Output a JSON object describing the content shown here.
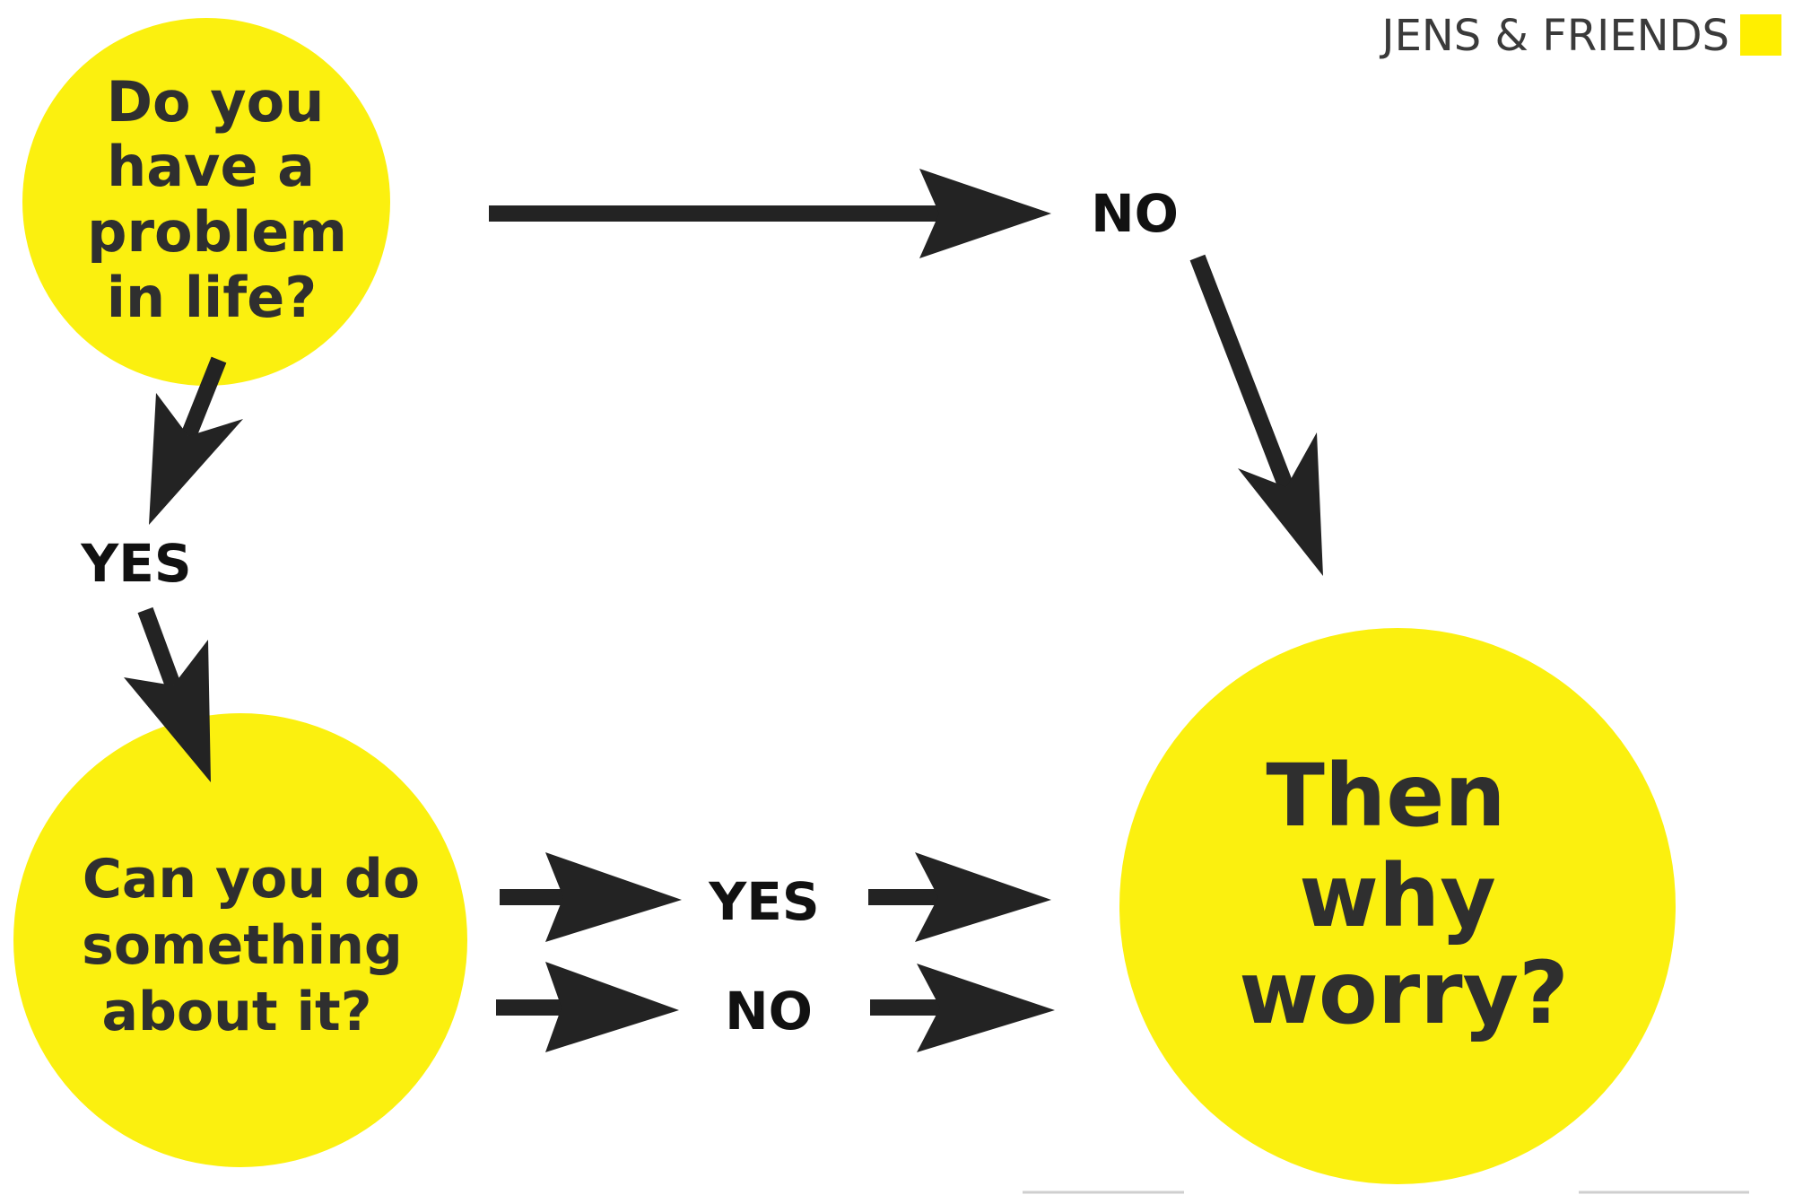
{
  "brand": {
    "name": "JENS & FRIENDS",
    "accent_color": "#ffef00"
  },
  "colors": {
    "circle_fill": "#fbf00f",
    "circle_text": "#2f2f2f",
    "arrow": "#232323",
    "label_text": "#111111"
  },
  "nodes": {
    "problem": {
      "lines": [
        "Do you",
        "have a",
        "problem",
        "in life?"
      ]
    },
    "action": {
      "lines": [
        "Can you do",
        "something",
        "about it?"
      ]
    },
    "worry": {
      "lines": [
        "Then",
        "why",
        "worry?"
      ]
    }
  },
  "labels": {
    "top_no": "NO",
    "left_yes": "YES",
    "middle_yes": "YES",
    "middle_no": "NO"
  }
}
